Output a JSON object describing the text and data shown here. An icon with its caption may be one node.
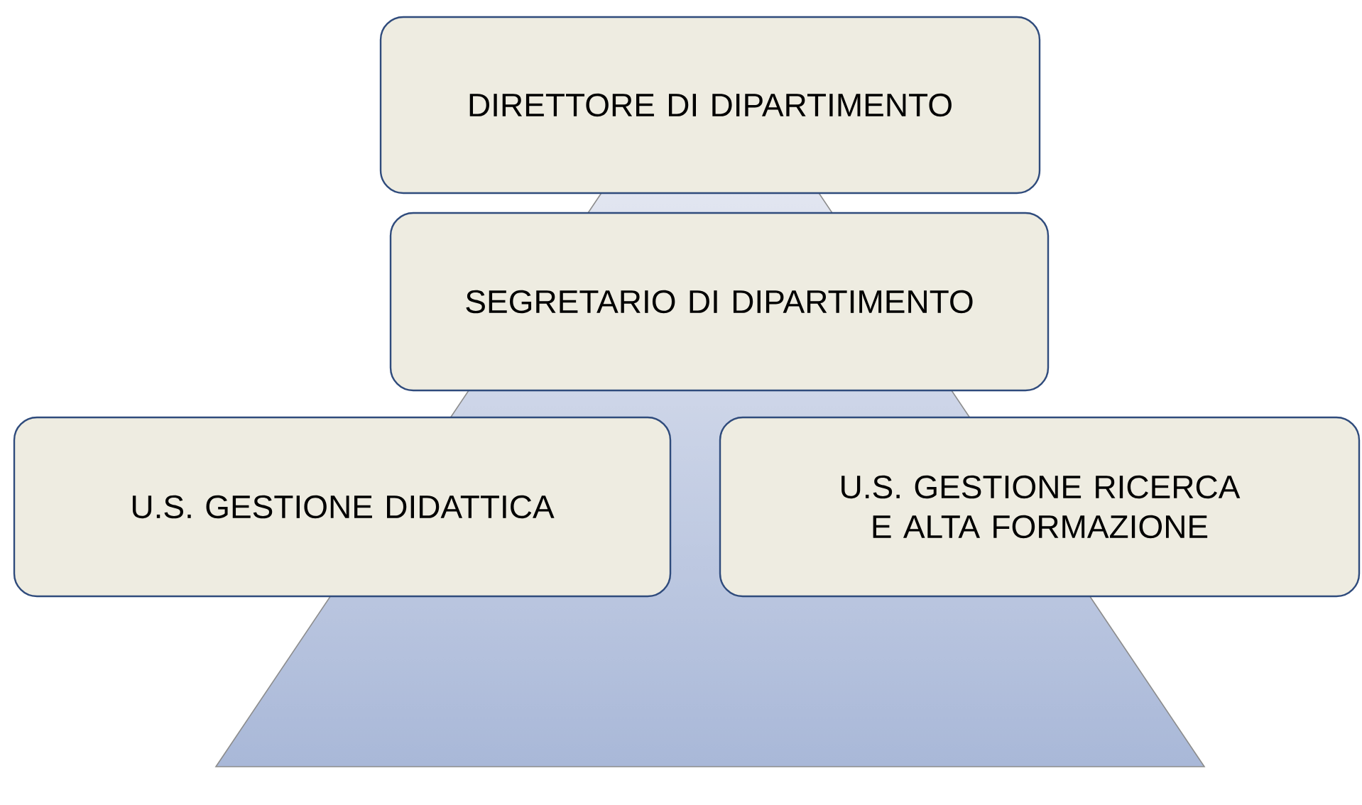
{
  "diagram": {
    "nodes": [
      {
        "text": [
          "DIRETTORE DI DIPARTIMENTO"
        ]
      },
      {
        "text": [
          "SEGRETARIO DI DIPARTIMENTO"
        ]
      },
      {
        "text": [
          "U.S. GESTIONE DIDATTICA"
        ]
      },
      {
        "text": [
          "U.S. GESTIONE RICERCA E ALTA FORMAZIONE"
        ]
      }
    ]
  }
}
